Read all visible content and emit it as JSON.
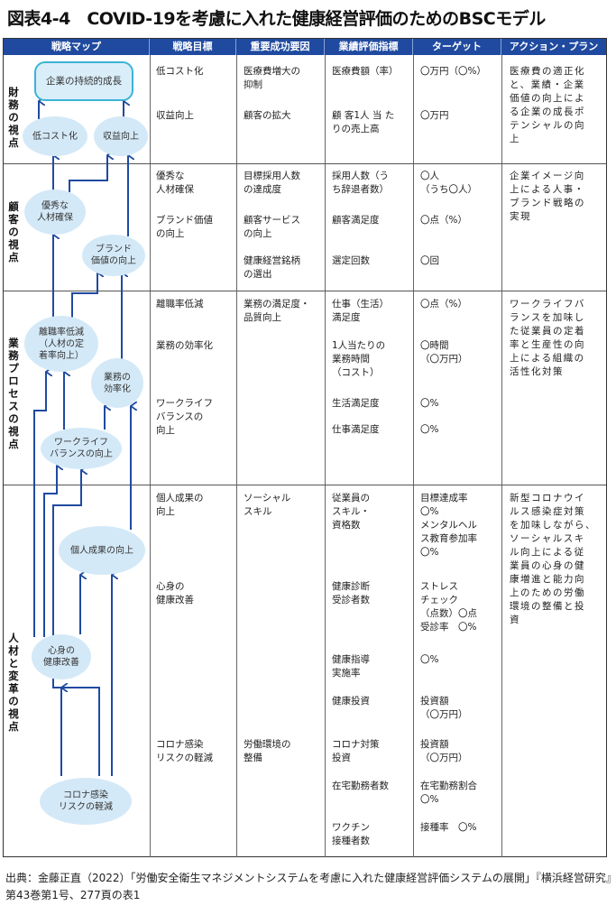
{
  "title": "図表4-4　COVID-19を考慮に入れた健康経営評価のためのBSCモデル",
  "headers": [
    "戦略マップ",
    "戦略目標",
    "重要成功要因",
    "業績評価指標",
    "ターゲット",
    "アクション・プラン"
  ],
  "perspectives": [
    {
      "label": "財務の視点"
    },
    {
      "label": "顧客の視点"
    },
    {
      "label": "業務プロセスの視点"
    },
    {
      "label": "人材と変革の視点"
    }
  ],
  "map_nodes": {
    "growth": "企業の持続的成長",
    "low_cost": "低コスト化",
    "revenue": "収益向上",
    "talent": "優秀な\n人材確保",
    "brand": "ブランド\n価値の向上",
    "turnover": "離職率低減\n（人材の定\n着率向上）",
    "efficiency": "業務の\n効率化",
    "wlb": "ワークライフ\nバランスの向上",
    "performance": "個人成果の向上",
    "health": "心身の\n健康改善",
    "covid": "コロナ感染\nリスクの軽減"
  },
  "finance": {
    "objectives": [
      "低コスト化",
      "収益向上"
    ],
    "csf": [
      "医療費増大の\n抑制",
      "顧客の拡大"
    ],
    "kpi": [
      "医療費額（率）",
      "顧 客1人 当 た\nりの売上高"
    ],
    "target": [
      "〇万円（〇%）",
      "〇万円"
    ],
    "action": "医療費の適正化\nと、業績・企業\n価値の向上によ\nる企業の成長ポ\nテンシャルの向\n上"
  },
  "customer": {
    "objectives": [
      "優秀な\n人材確保",
      "ブランド価値\nの向上"
    ],
    "csf": [
      "目標採用人数\nの達成度",
      "顧客サービス\nの向上",
      "健康経営銘柄\nの選出"
    ],
    "kpi": [
      "採用人数（う\nち辞退者数）",
      "顧客満足度",
      "選定回数"
    ],
    "target": [
      "〇人\n（うち〇人）",
      "〇点（%）",
      "〇回"
    ],
    "action": "企業イメージ向\n上による人事・\nブランド戦略の\n実現"
  },
  "process": {
    "objectives": [
      "離職率低減",
      "業務の効率化",
      "ワークライフ\nバランスの\n向上"
    ],
    "csf": [
      "業務の満足度・\n品質向上"
    ],
    "kpi": [
      "仕事（生活）\n満足度",
      "1人当たりの\n業務時間\n（コスト）",
      "生活満足度",
      "仕事満足度"
    ],
    "target": [
      "〇点（%）",
      "〇時間\n（〇万円）",
      "〇%",
      "〇%"
    ],
    "action": "ワークライフバ\nランスを加味し\nた従業員の定着\n率と生産性の向\n上による組織の\n活性化対策"
  },
  "people": {
    "objectives": [
      "個人成果の\n向上",
      "心身の\n健康改善",
      "コロナ感染\nリスクの軽減"
    ],
    "csf": [
      "ソーシャル\nスキル",
      "労働環境の\n整備"
    ],
    "kpi": [
      "従業員の\nスキル・\n資格数",
      "健康診断\n受診者数",
      "健康指導\n実施率",
      "健康投資",
      "コロナ対策\n投資",
      "在宅勤務者数",
      "ワクチン\n接種者数"
    ],
    "target": [
      "目標達成率\n〇%\nメンタルヘル\nス教育参加率\n〇%",
      "ストレス\nチェック\n（点数）〇点\n受診率　〇%",
      "〇%",
      "投資額\n（〇万円）",
      "投資額\n（〇万円）",
      "在宅勤務割合\n〇%",
      "接種率　〇%"
    ],
    "action": "新型コロナウイ\nルス感染症対策\nを加味しながら、\nソーシャルスキ\nル向上による従\n業員の心身の健\n康増進と能力向\n上のための労働\n環境の整備と投\n資"
  },
  "source": "出典：金藤正直（2022）「労働安全衛生マネジメントシステムを考慮に入れた健康経営評価システムの展開」『横浜経営研究』第43巻第1号、277頁の表1",
  "colors": {
    "header_bg": "#1f4aa0",
    "node_fill": "#d4e9f7",
    "arrow": "#1f4aa0",
    "rect_border": "#3cb3d6"
  }
}
